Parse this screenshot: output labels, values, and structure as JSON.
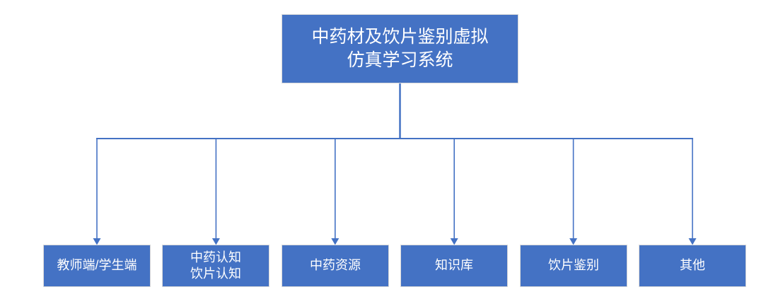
{
  "diagram": {
    "type": "org-chart",
    "root": {
      "label": "中药材及饮片鉴别虚拟\n仿真学习系统"
    },
    "children": [
      {
        "label": "教师端/学生端"
      },
      {
        "label": "中药认知\n饮片认知"
      },
      {
        "label": "中药资源"
      },
      {
        "label": "知识库"
      },
      {
        "label": "饮片鉴别"
      },
      {
        "label": "其他"
      }
    ],
    "colors": {
      "node_fill": "#4472C4",
      "node_border": "#D9D9D9",
      "connector": "#4472C4",
      "text": "#FFFFFF",
      "background": "#FFFFFF"
    }
  }
}
